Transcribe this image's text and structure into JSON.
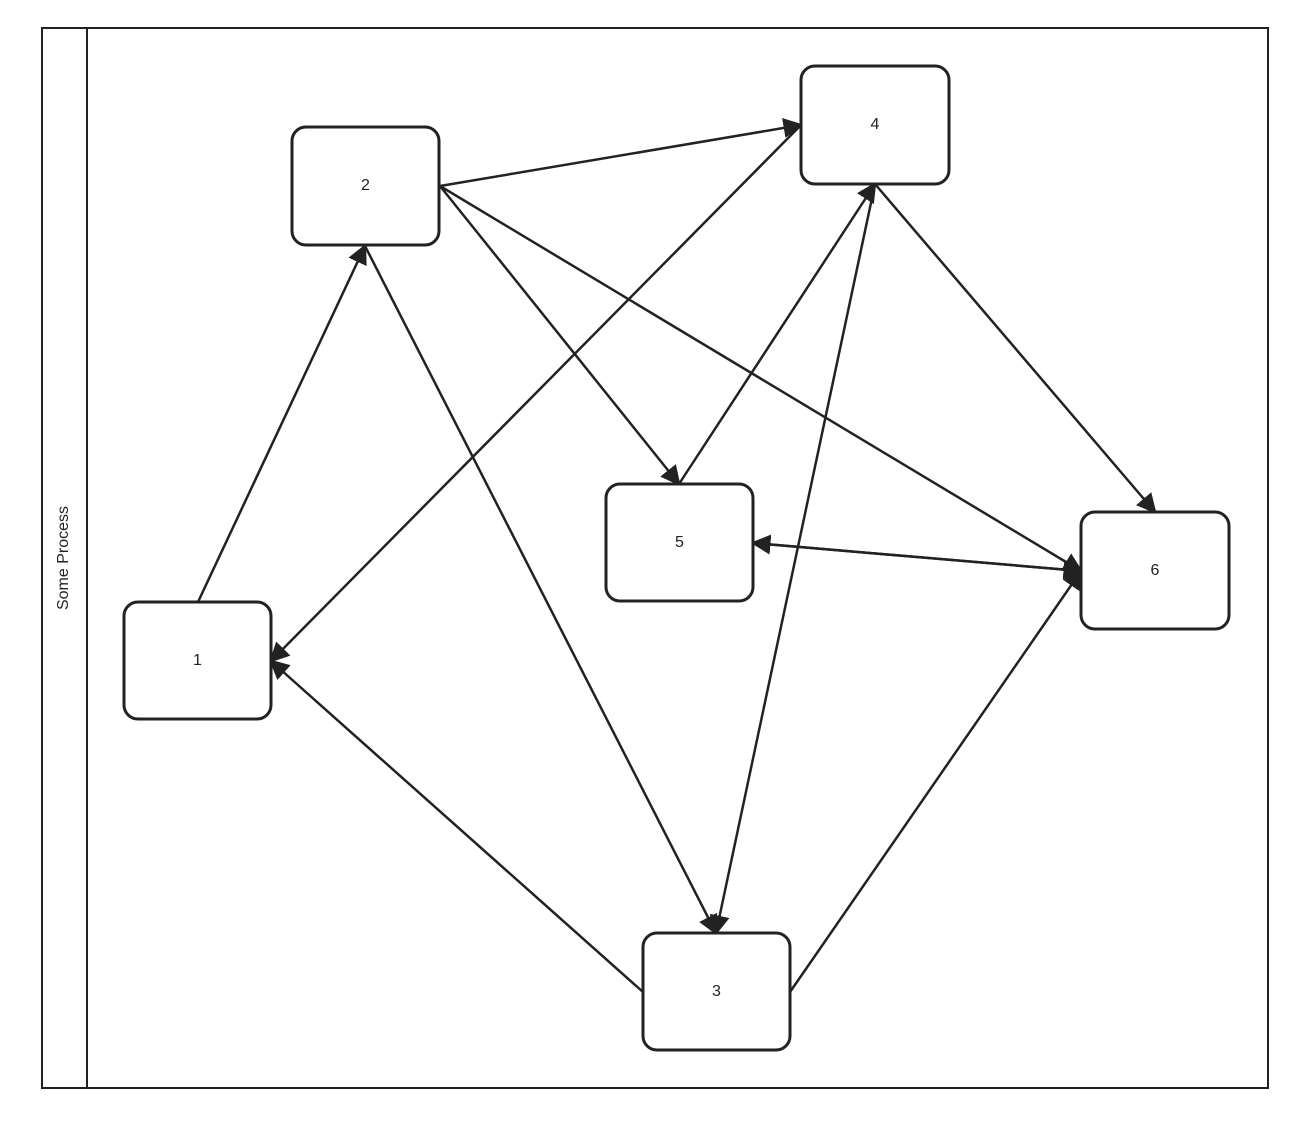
{
  "pool": {
    "label": "Some Process"
  },
  "nodes": [
    {
      "id": "1",
      "label": "1"
    },
    {
      "id": "2",
      "label": "2"
    },
    {
      "id": "3",
      "label": "3"
    },
    {
      "id": "4",
      "label": "4"
    },
    {
      "id": "5",
      "label": "5"
    },
    {
      "id": "6",
      "label": "6"
    }
  ],
  "edges": [
    {
      "from": "1",
      "to": "2"
    },
    {
      "from": "2",
      "to": "4"
    },
    {
      "from": "2",
      "to": "5"
    },
    {
      "from": "2",
      "to": "6"
    },
    {
      "from": "2",
      "to": "3"
    },
    {
      "from": "4",
      "to": "1"
    },
    {
      "from": "4",
      "to": "6"
    },
    {
      "from": "4",
      "to": "3"
    },
    {
      "from": "5",
      "to": "4"
    },
    {
      "from": "6",
      "to": "5"
    },
    {
      "from": "5",
      "to": "6"
    },
    {
      "from": "3",
      "to": "1"
    },
    {
      "from": "3",
      "to": "6"
    }
  ],
  "colors": {
    "stroke": "#222222",
    "background": "#ffffff"
  }
}
